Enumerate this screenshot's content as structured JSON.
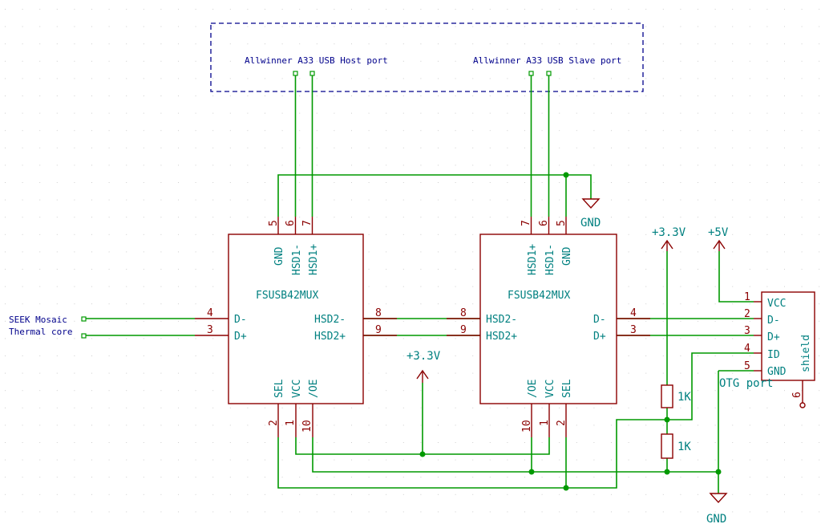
{
  "labels": {
    "host_port": "Allwinner A33 USB Host port",
    "slave_port": "Allwinner A33 USB Slave port",
    "seek_line1": "SEEK Mosaic",
    "seek_line2": "Thermal core"
  },
  "ic1": {
    "name": "FSUSB42MUX",
    "pins": {
      "gnd": "GND",
      "hsd1m": "HSD1-",
      "hsd1p": "HSD1+",
      "dm": "D-",
      "dp": "D+",
      "hsd2m": "HSD2-",
      "hsd2p": "HSD2+",
      "sel": "SEL",
      "vcc": "VCC",
      "oe": "/OE"
    },
    "nums": {
      "gnd": "5",
      "hsd1m": "6",
      "hsd1p": "7",
      "dm": "4",
      "dp": "3",
      "hsd2m": "8",
      "hsd2p": "9",
      "sel": "2",
      "vcc": "1",
      "oe": "10"
    }
  },
  "ic2": {
    "name": "FSUSB42MUX",
    "pins": {
      "hsd1p": "HSD1+",
      "hsd1m": "HSD1-",
      "gnd": "GND",
      "hsd2m": "HSD2-",
      "hsd2p": "HSD2+",
      "dm": "D-",
      "dp": "D+",
      "oe": "/OE",
      "vcc": "VCC",
      "sel": "SEL"
    },
    "nums": {
      "hsd1p": "7",
      "hsd1m": "6",
      "gnd": "5",
      "hsd2m": "8",
      "hsd2p": "9",
      "dm": "4",
      "dp": "3",
      "oe": "10",
      "vcc": "1",
      "sel": "2"
    }
  },
  "power": {
    "gnd_top": "GND",
    "gnd_bottom": "GND",
    "v33_mid": "+3.3V",
    "v33_right": "+3.3V",
    "v5": "+5V"
  },
  "resistors": {
    "r1": "1K",
    "r2": "1K"
  },
  "connector": {
    "ref": "OTG port",
    "shield": "shield",
    "pins": [
      "VCC",
      "D-",
      "D+",
      "ID",
      "GND"
    ],
    "nums": [
      "1",
      "2",
      "3",
      "4",
      "5"
    ],
    "shield_num": "6"
  },
  "colors": {
    "wire": "#009900",
    "component": "#8b0000",
    "label": "#00008b",
    "pin_name": "#008080"
  }
}
